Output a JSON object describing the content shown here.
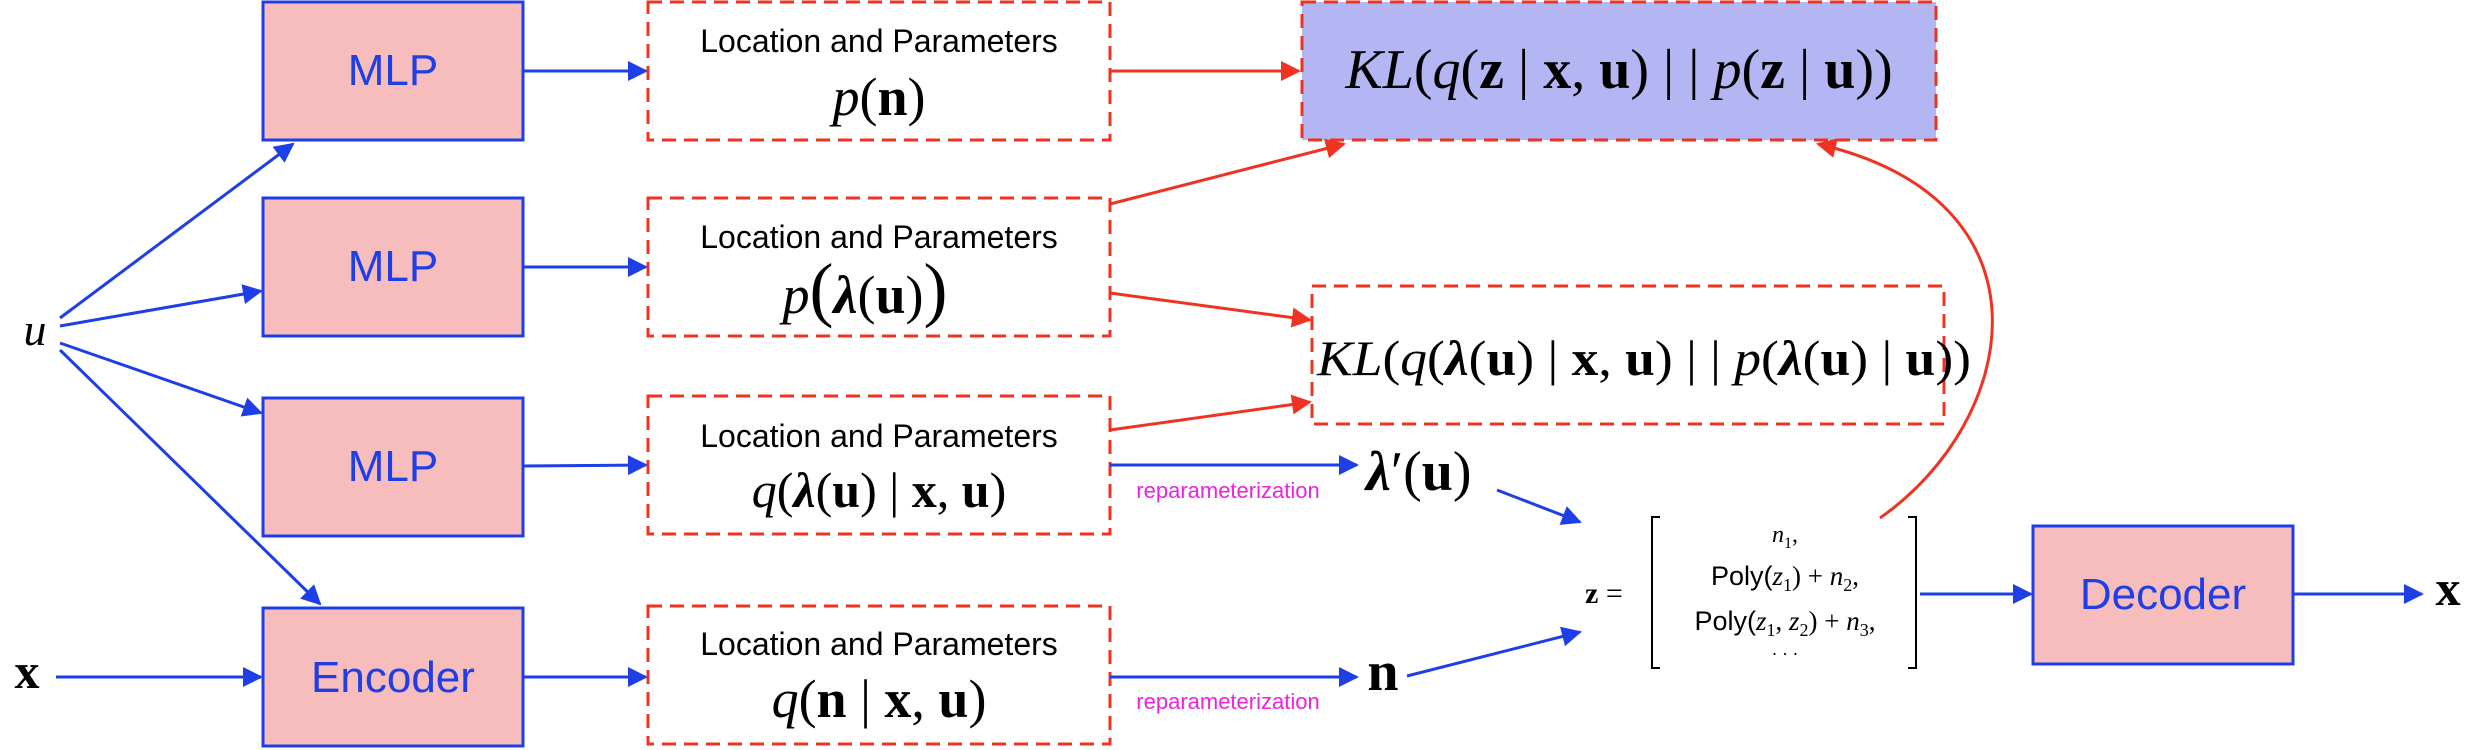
{
  "inputs": {
    "u": "u",
    "x": "x"
  },
  "networks": {
    "mlp1": "MLP",
    "mlp2": "MLP",
    "mlp3": "MLP",
    "encoder": "Encoder",
    "decoder": "Decoder"
  },
  "param_boxes": {
    "heading": "Location and Parameters",
    "p_n": {
      "heading": "Location and Parameters",
      "p": "p",
      "lp": "(",
      "n": "n",
      "rp": ")"
    },
    "p_lambda": {
      "heading": "Location and Parameters",
      "p": "p",
      "lp": "(",
      "lambda": "λ",
      "inner_lp": "(",
      "u": "u",
      "inner_rp": ")",
      "rp": ")"
    },
    "q_lambda": {
      "heading": "Location and Parameters",
      "q": "q",
      "lp": "(",
      "lambda": "λ",
      "inner_lp": "(",
      "u": "u",
      "inner_rp": ")",
      "bar": " | ",
      "x": "x",
      "comma": ", ",
      "u2": "u",
      "rp": ")"
    },
    "q_n": {
      "heading": "Location and Parameters",
      "q": "q",
      "lp": "(",
      "n": "n",
      "bar": " | ",
      "x": "x",
      "comma": ", ",
      "u": "u",
      "rp": ")"
    }
  },
  "kl_terms": {
    "kl_z": {
      "kl": "KL",
      "lp": "(",
      "q": "q",
      "lp2": "(",
      "z": "z",
      "bar": " | ",
      "x": "x",
      "comma": ", ",
      "u": "u",
      "rp2": ")",
      "sep": " | | ",
      "p": "p",
      "lp3": "(",
      "z2": "z",
      "bar2": " | ",
      "u2": "u",
      "rp3": "))"
    },
    "kl_lambda": {
      "kl": "KL",
      "lp": "(",
      "q": "q",
      "lp2": "(",
      "lambda": "λ",
      "ulp": "(",
      "u": "u",
      "urp": ")",
      "bar": " | ",
      "x": "x",
      "comma": ", ",
      "u2": "u",
      "rp2": ")",
      "sep": " | | ",
      "p": "p",
      "lp3": "(",
      "lambda2": "λ",
      "ulp2": "(",
      "u3": "u",
      "urp2": ")",
      "bar2": " | ",
      "u4": "u",
      "rp3": "))"
    }
  },
  "samples": {
    "lambda_prime": {
      "lambda": "λ",
      "prime": "′",
      "lp": "(",
      "u": "u",
      "rp": ")"
    },
    "n": "n"
  },
  "reparam_label": "reparameterization",
  "z_vector": {
    "lhs": "z",
    "eq": " =",
    "row1": {
      "n": "n",
      "sub": "1",
      "tail": ","
    },
    "row2": {
      "poly": "Poly(",
      "z": "z",
      "sub": "1",
      "mid": ") + ",
      "n": "n",
      "nsub": "2",
      "tail": ","
    },
    "row3": {
      "poly": "Poly(",
      "z1": "z",
      "sub1": "1",
      "c": ", ",
      "z2": "z",
      "sub2": "2",
      "mid": ") + ",
      "n": "n",
      "nsub": "3",
      "tail": ","
    },
    "dots": "· · ·"
  },
  "colors": {
    "network_fill": "#f7bcbc",
    "network_stroke": "#1f3fe6",
    "network_text": "#1f3fe6",
    "blue_arrow": "#1f3fe6",
    "red_arrow": "#ee3322",
    "dashed_red": "#ee3322",
    "kl_z_fill": "#b3b6f3",
    "reparam_label": "#ee22dd"
  }
}
